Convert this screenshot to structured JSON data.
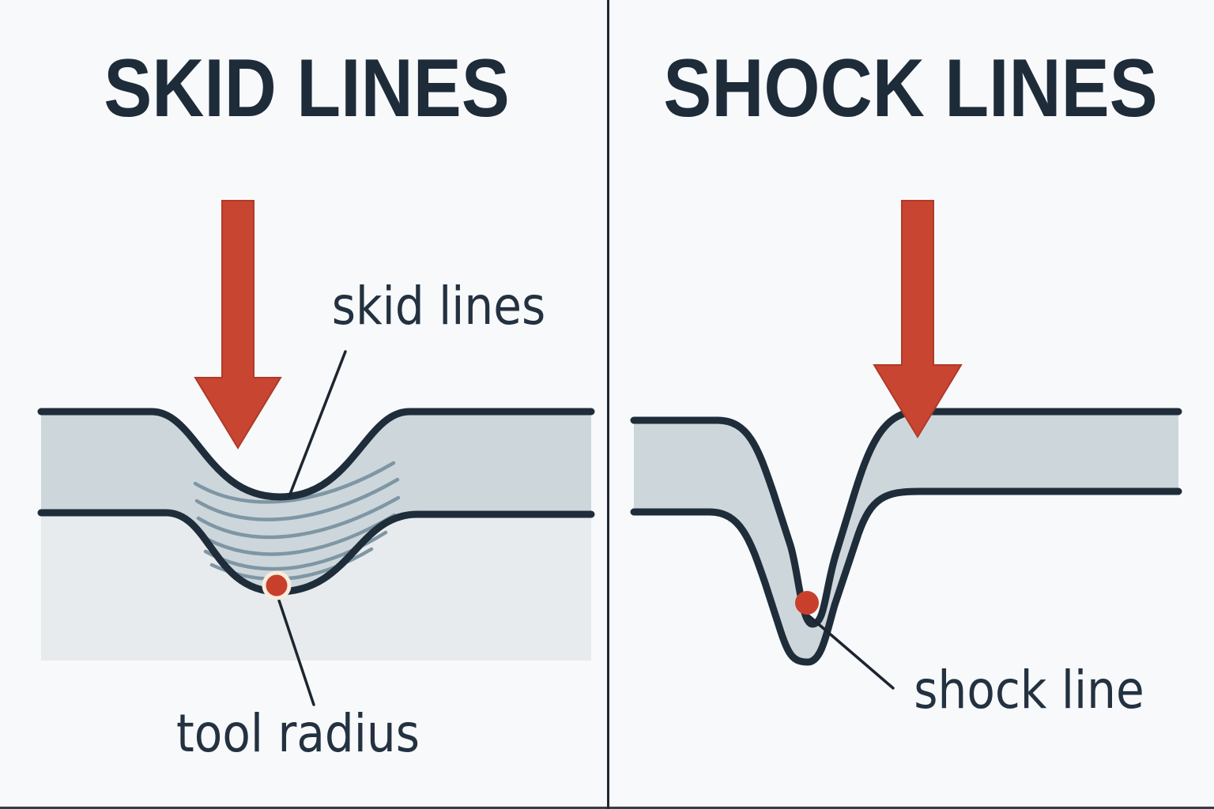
{
  "left_panel": {
    "title": "SKID LINES",
    "labels": {
      "skid_lines": "skid lines",
      "tool_radius": "tool radius"
    }
  },
  "right_panel": {
    "title": "SHOCK LINES",
    "labels": {
      "shock_line": "shock line"
    }
  },
  "icons": {
    "left_force_arrow": "down-arrow-icon",
    "right_force_arrow": "down-arrow-icon",
    "left_marker": "tool-radius-dot",
    "right_marker": "shock-line-dot"
  },
  "colors": {
    "background": "#f7f9fa",
    "text": "#1e2b39",
    "outline": "#1f2d3a",
    "divider": "#1d2935",
    "sheet_fill": "#cdd6db",
    "lower_die_fill": "#e7ebed",
    "skid_line_stroke": "#7f96a4",
    "arrow_red": "#c84531",
    "arrow_edge": "#b03a28",
    "marker_red": "#c8402c",
    "marker_halo": "#f8ecdc"
  }
}
